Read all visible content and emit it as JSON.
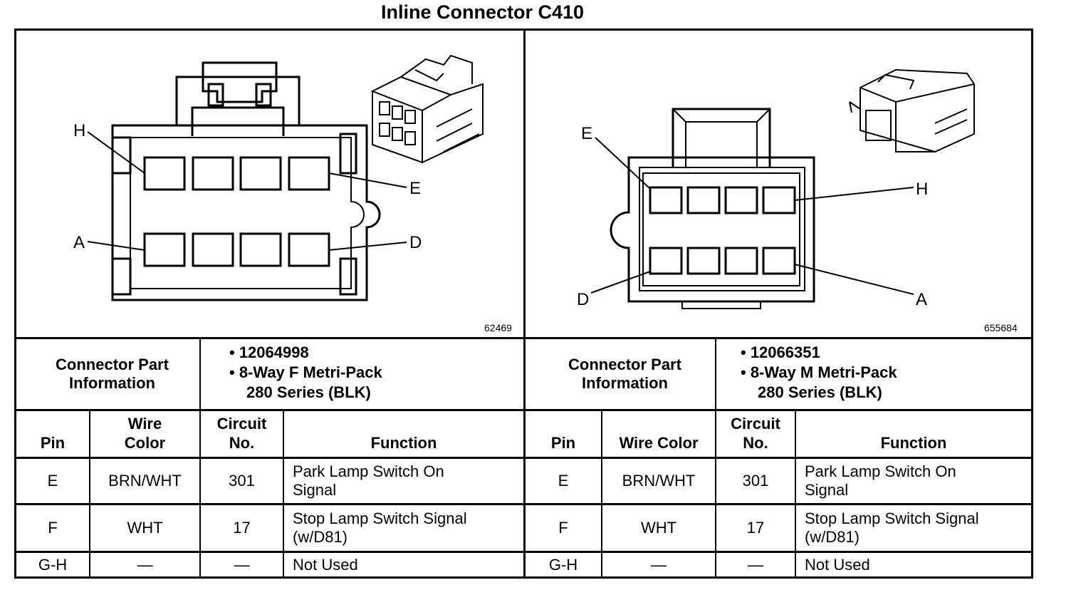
{
  "title": "Inline Connector C410",
  "left": {
    "figure_number": "62469",
    "pin_labels": {
      "h": "H",
      "e": "E",
      "a": "A",
      "d": "D"
    },
    "part_info_label": "Connector Part Information",
    "part_info": {
      "line1": "• 12064998",
      "line2": "• 8-Way F Metri-Pack",
      "line3": "280 Series (BLK)"
    },
    "headers": {
      "pin": "Pin",
      "wire_color": "Wire Color",
      "circuit": "Circuit No.",
      "function": "Function"
    },
    "rows": [
      {
        "pin": "E",
        "wire_color": "BRN/WHT",
        "circuit": "301",
        "function": "Park Lamp Switch On Signal"
      },
      {
        "pin": "F",
        "wire_color": "WHT",
        "circuit": "17",
        "function": "Stop Lamp Switch Signal (w/D81)"
      },
      {
        "pin": "G-H",
        "wire_color": "—",
        "circuit": "—",
        "function": "Not Used"
      }
    ]
  },
  "right": {
    "figure_number": "655684",
    "pin_labels": {
      "e": "E",
      "h": "H",
      "d": "D",
      "a": "A"
    },
    "part_info_label": "Connector Part Information",
    "part_info": {
      "line1": "• 12066351",
      "line2": "• 8-Way M Metri-Pack",
      "line3": "280 Series (BLK)"
    },
    "headers": {
      "pin": "Pin",
      "wire_color": "Wire Color",
      "circuit": "Circuit No.",
      "function": "Function"
    },
    "rows": [
      {
        "pin": "E",
        "wire_color": "BRN/WHT",
        "circuit": "301",
        "function": "Park Lamp Switch On Signal"
      },
      {
        "pin": "F",
        "wire_color": "WHT",
        "circuit": "17",
        "function": "Stop Lamp Switch Signal (w/D81)"
      },
      {
        "pin": "G-H",
        "wire_color": "—",
        "circuit": "—",
        "function": "Not Used"
      }
    ]
  }
}
